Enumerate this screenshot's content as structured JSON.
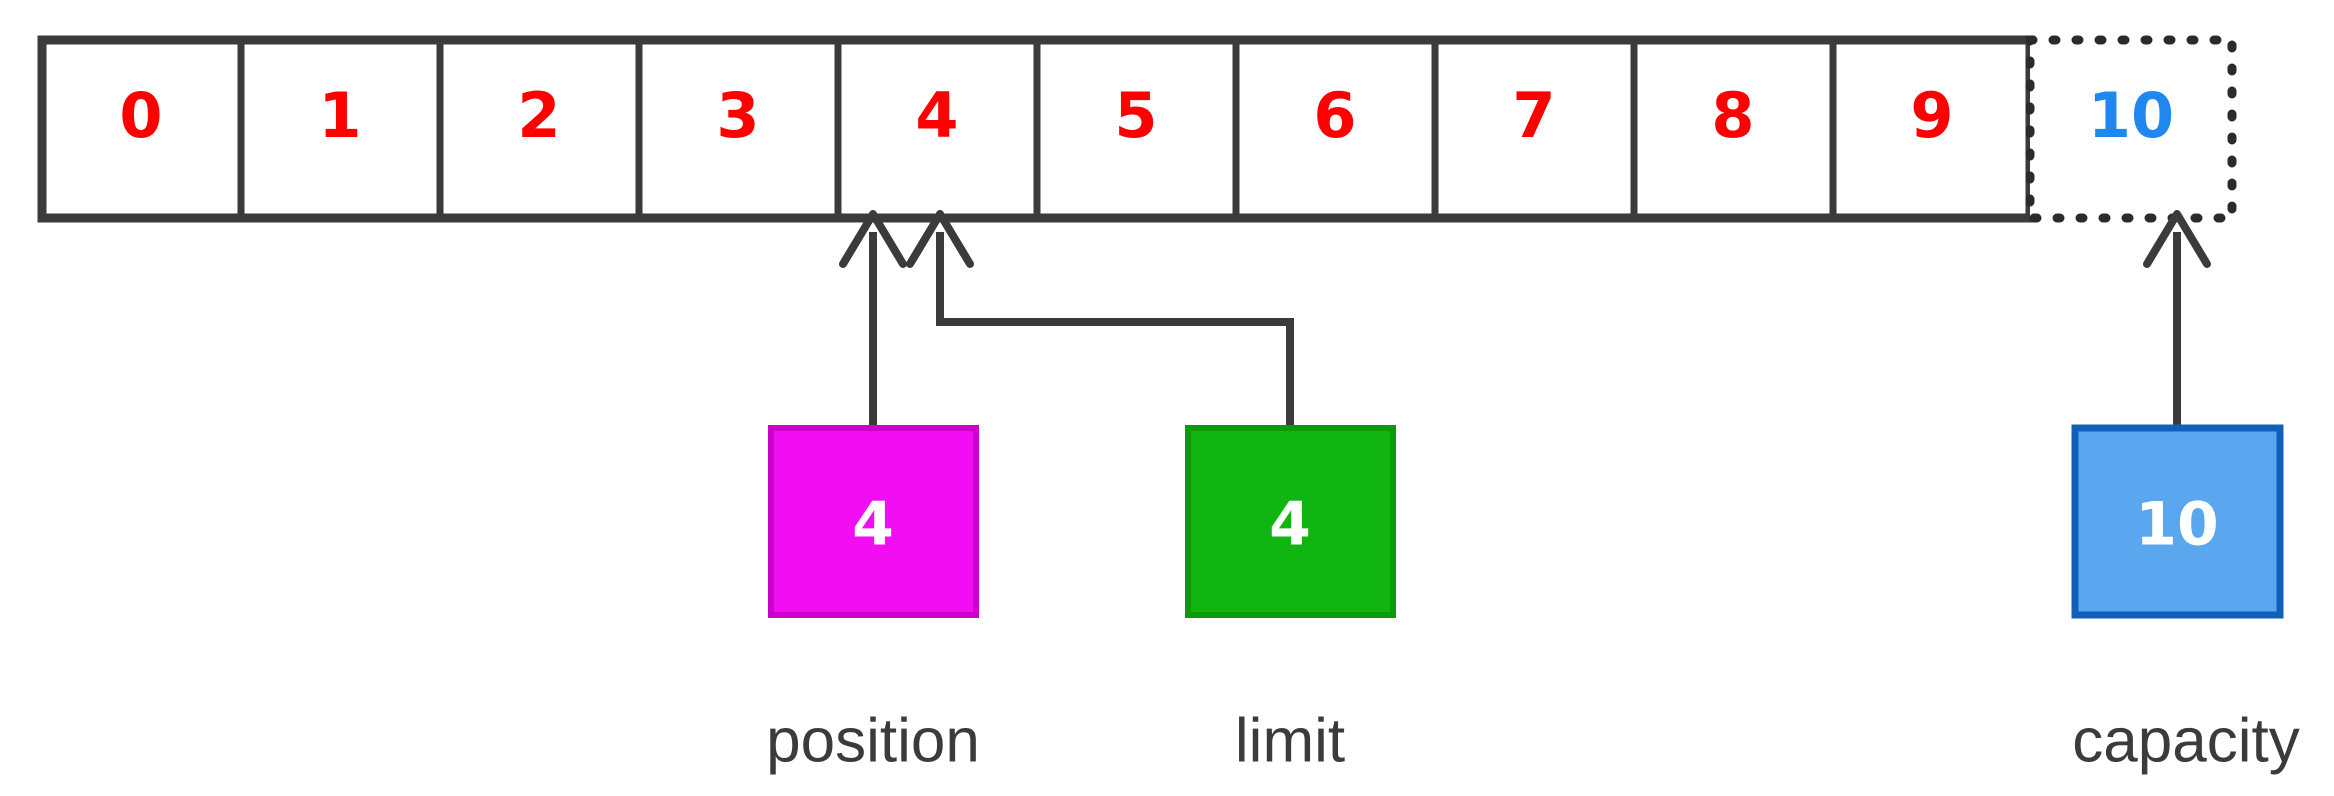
{
  "diagram": {
    "title": "java-nio-buffer-position-limit-capacity",
    "colors": {
      "stroke": "#3b3b3b",
      "used_cell_text": "#fe0000",
      "capacity_cell_text": "#1e88f0",
      "position_box_fill": "#f20ef2",
      "position_box_stroke": "#cc00cc",
      "limit_box_fill": "#11b511",
      "limit_box_stroke": "#0a9a0a",
      "capacity_box_fill": "#5aa7f0",
      "capacity_box_stroke": "#1060b8",
      "box_text": "#ffffff",
      "label_text": "#3b3b3b",
      "background": "#ffffff"
    },
    "buffer": {
      "name": "byte-buffer-cells",
      "solid_cells": [
        "0",
        "1",
        "2",
        "3",
        "4",
        "5",
        "6",
        "7",
        "8",
        "9"
      ],
      "dotted_cell": "10"
    },
    "markers": [
      {
        "id": "position",
        "name": "position-marker",
        "value": "4",
        "label": "position",
        "target_index": 4
      },
      {
        "id": "limit",
        "name": "limit-marker",
        "value": "4",
        "label": "limit",
        "target_index": 4
      },
      {
        "id": "capacity",
        "name": "capacity-marker",
        "value": "10",
        "label": "capacity",
        "target_index": 10
      }
    ]
  }
}
